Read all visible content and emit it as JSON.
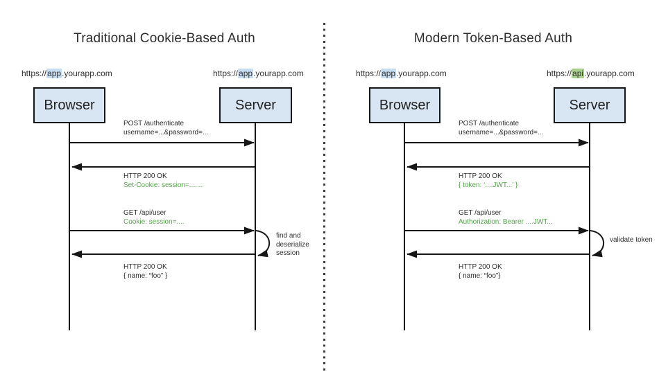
{
  "colors": {
    "ink_line": "#161616",
    "ink_text": "#2d2d2d",
    "green_text": "#55a24b",
    "box_fill": "#d8e6f4",
    "hl_blue": "#c7ddf2",
    "hl_green": "#a9d18e",
    "divider": "#3c3c3c"
  },
  "panels": [
    {
      "title": "Traditional Cookie-Based Auth",
      "actors": [
        {
          "url_prefix": "https://",
          "url_domain": "app",
          "url_suffix": ".yourapp.com",
          "box_label": "Browser"
        },
        {
          "url_prefix": "https://",
          "url_domain": "app",
          "url_suffix": ".yourapp.com",
          "box_label": "Server"
        }
      ],
      "messages": [
        {
          "line1": "POST /authenticate",
          "line2": "username=...&password=..."
        },
        {
          "line1": "HTTP 200 OK",
          "line2": "Set-Cookie: session=......."
        },
        {
          "line1": "GET /api/user",
          "line2": "Cookie: session=...."
        },
        {
          "line1": "HTTP 200 OK",
          "line2": "{ name: “foo” }"
        }
      ],
      "note_lines": [
        "find and",
        "deserialize",
        "session"
      ]
    },
    {
      "title": "Modern Token-Based Auth",
      "actors": [
        {
          "url_prefix": "https://",
          "url_domain": "app",
          "url_suffix": ".yourapp.com",
          "box_label": "Browser"
        },
        {
          "url_prefix": "https://",
          "url_domain": "api",
          "url_suffix": ".yourapp.com",
          "box_label": "Server"
        }
      ],
      "messages": [
        {
          "line1": "POST /authenticate",
          "line2": "username=...&password=..."
        },
        {
          "line1": "HTTP 200 OK",
          "line2": "{ token: ‘....JWT...’ }"
        },
        {
          "line1": "GET /api/user",
          "line2": "Authorization: Bearer ....JWT..."
        },
        {
          "line1": "HTTP 200 OK",
          "line2": "{ name: “foo”}"
        }
      ],
      "note_lines": [
        "validate token"
      ]
    }
  ]
}
